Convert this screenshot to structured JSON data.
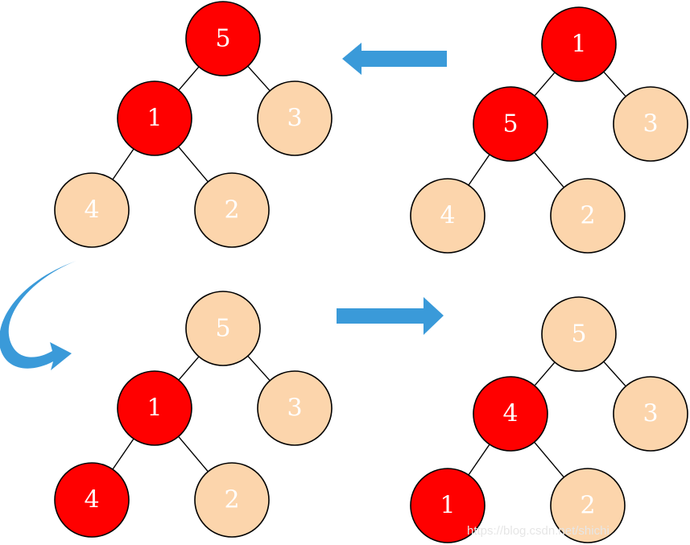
{
  "colors": {
    "highlight": "#ff0000",
    "normal": "#fcd5ac",
    "edge": "#000000",
    "arrow": "#3a9ad9",
    "highlight_text": "#ffffff",
    "normal_text": "#ffffff"
  },
  "trees": [
    {
      "id": "top-left",
      "nodes": [
        {
          "label": "5",
          "state": "highlight"
        },
        {
          "label": "1",
          "state": "highlight"
        },
        {
          "label": "3",
          "state": "normal"
        },
        {
          "label": "4",
          "state": "normal"
        },
        {
          "label": "2",
          "state": "normal"
        }
      ]
    },
    {
      "id": "top-right",
      "nodes": [
        {
          "label": "1",
          "state": "highlight"
        },
        {
          "label": "5",
          "state": "highlight"
        },
        {
          "label": "3",
          "state": "normal"
        },
        {
          "label": "4",
          "state": "normal"
        },
        {
          "label": "2",
          "state": "normal"
        }
      ]
    },
    {
      "id": "bottom-left",
      "nodes": [
        {
          "label": "5",
          "state": "normal"
        },
        {
          "label": "1",
          "state": "highlight"
        },
        {
          "label": "3",
          "state": "normal"
        },
        {
          "label": "4",
          "state": "highlight"
        },
        {
          "label": "2",
          "state": "normal"
        }
      ]
    },
    {
      "id": "bottom-right",
      "nodes": [
        {
          "label": "5",
          "state": "normal"
        },
        {
          "label": "4",
          "state": "highlight"
        },
        {
          "label": "3",
          "state": "normal"
        },
        {
          "label": "1",
          "state": "highlight"
        },
        {
          "label": "2",
          "state": "normal"
        }
      ]
    }
  ],
  "arrows": [
    {
      "id": "top-arrow",
      "direction": "left"
    },
    {
      "id": "curved-arrow",
      "direction": "down-curve"
    },
    {
      "id": "bottom-arrow",
      "direction": "right"
    }
  ],
  "watermark": "https://blog.csdn.net/shichi"
}
